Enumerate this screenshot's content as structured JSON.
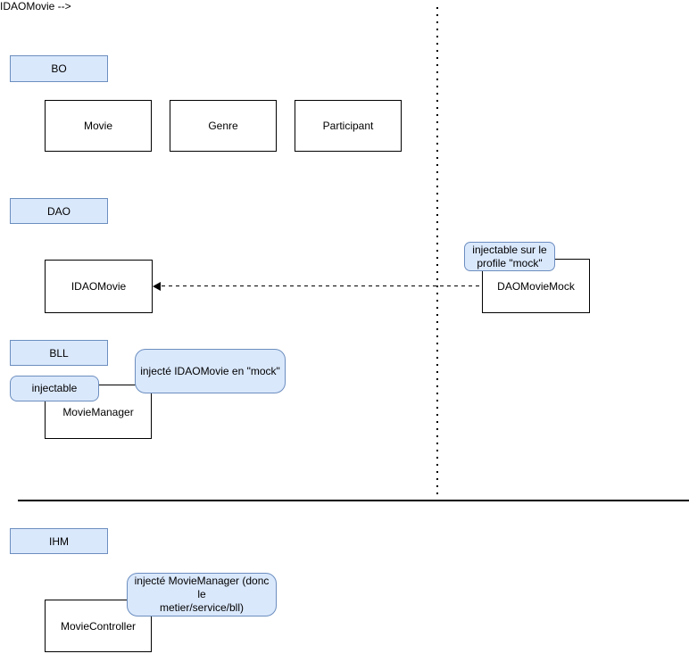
{
  "palette": {
    "note_fill": "#dae8fc",
    "note_stroke": "#6c8ebf",
    "node_stroke": "#000000",
    "line_color": "#000000"
  },
  "layers": {
    "bo": {
      "label": "BO"
    },
    "dao": {
      "label": "DAO"
    },
    "bll": {
      "label": "BLL"
    },
    "ihm": {
      "label": "IHM"
    }
  },
  "nodes": {
    "movie": {
      "label": "Movie"
    },
    "genre": {
      "label": "Genre"
    },
    "participant": {
      "label": "Participant"
    },
    "idao_movie": {
      "label": "IDAOMovie"
    },
    "dao_movie_mock": {
      "label": "DAOMovieMock"
    },
    "movie_manager": {
      "label": "MovieManager"
    },
    "movie_controller": {
      "label": "MovieController"
    }
  },
  "notes": {
    "mock_profile": "injectable sur le\nprofile \"mock\"",
    "injectable": "injectable",
    "injected_idao": "injecté IDAOMovie en \"mock\"",
    "injected_manager": "injecté MovieManager (donc le\nmetier/service/bll)"
  }
}
